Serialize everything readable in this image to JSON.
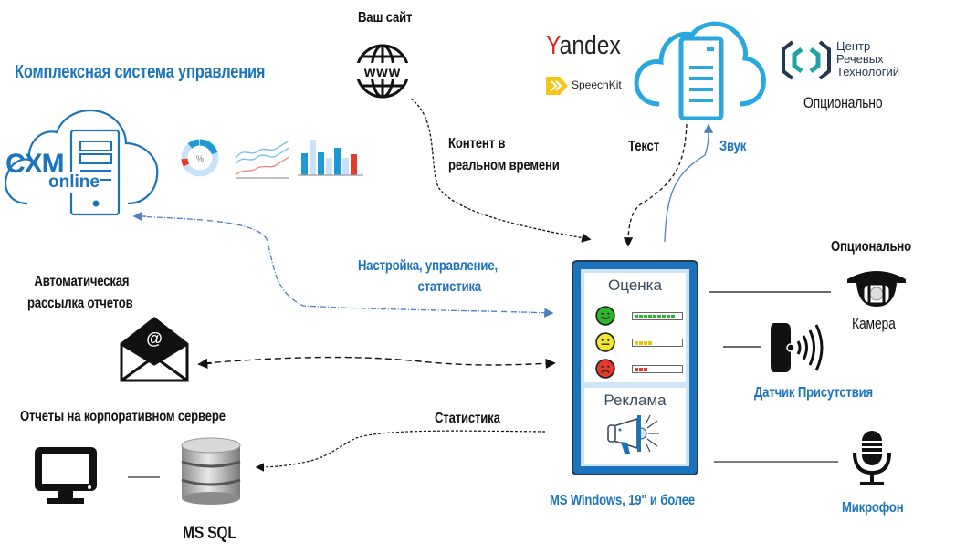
{
  "title": "Комплексная система управления",
  "cxm": {
    "brand_main": "CXM",
    "brand_sub": "online"
  },
  "dashboard_icons": {
    "donut_label": "%"
  },
  "website": {
    "label": "Ваш сайт",
    "icon_text": "www"
  },
  "content_flow": {
    "label_line1": "Контент в",
    "label_line2": "реальном времени"
  },
  "speech_services": {
    "yandex_label": "Yandex",
    "speechkit_label": "SpeechKit",
    "crt_line1": "Центр",
    "crt_line2": "Речевых",
    "crt_line3": "Технологий",
    "optional_label": "Опционально",
    "text_flow_label": "Текст",
    "sound_flow_label": "Звук"
  },
  "control_flow": {
    "label_line1": "Настройка, управление,",
    "label_line2": "статистика"
  },
  "email": {
    "label_line1": "Автоматическая",
    "label_line2": "рассылка отчетов"
  },
  "reports": {
    "label": "Отчеты на корпоративном сервере",
    "db_label": "MS SQL"
  },
  "stats_flow": {
    "label": "Статистика"
  },
  "kiosk": {
    "rating_title": "Оценка",
    "ratings": [
      {
        "mood": "happy",
        "color": "#2db52d",
        "fill_segments": 9,
        "total_segments": 10
      },
      {
        "mood": "neutral",
        "color": "#f2e52a",
        "fill_segments": 4,
        "total_segments": 10
      },
      {
        "mood": "sad",
        "color": "#e53a2a",
        "fill_segments": 3,
        "total_segments": 10
      }
    ],
    "ad_title": "Реклама",
    "caption": "MS Windows,  19\" и более"
  },
  "peripherals": {
    "camera_optional": "Опционально",
    "camera_label": "Камера",
    "presence_label": "Датчик Присутствия",
    "mic_label": "Микрофон"
  },
  "colors": {
    "accent_blue": "#1b74bb",
    "light_blue": "#29a8e0",
    "red": "#e53a2a"
  }
}
